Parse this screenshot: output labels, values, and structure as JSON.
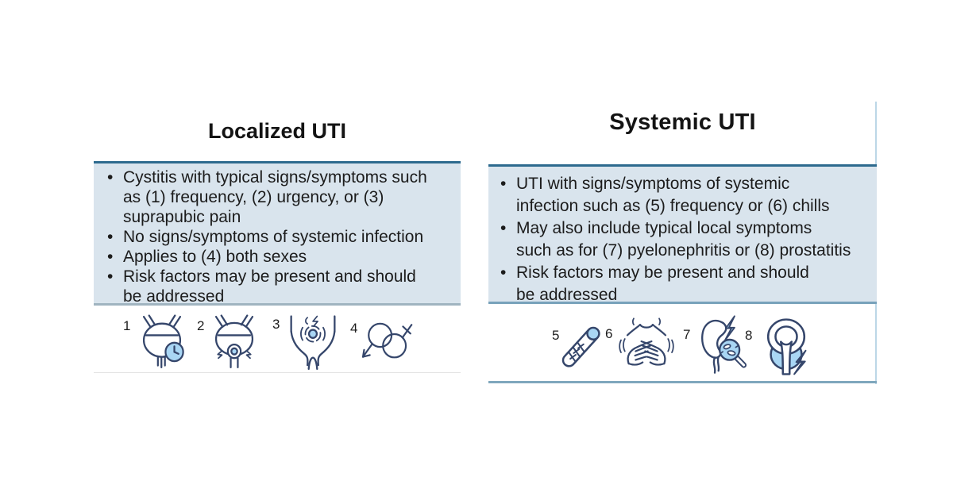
{
  "panels": [
    {
      "title": "Localized UTI",
      "bullets": [
        {
          "lines": [
            "Cystitis with typical signs/symptoms such",
            "as (1) frequency, (2) urgency, or (3)",
            "suprapubic pain"
          ]
        },
        {
          "lines": [
            "No signs/symptoms of systemic infection"
          ]
        },
        {
          "lines": [
            "Applies to (4) both sexes"
          ]
        },
        {
          "lines": [
            "Risk factors may be present and should",
            "be addressed"
          ]
        }
      ],
      "icons": [
        {
          "label": "1",
          "name": "bladder-clock-frequency-icon"
        },
        {
          "label": "2",
          "name": "bladder-urgency-icon"
        },
        {
          "label": "3",
          "name": "suprapubic-pain-icon"
        },
        {
          "label": "4",
          "name": "male-female-symbols-icon"
        }
      ]
    },
    {
      "title": "Systemic UTI",
      "bullets": [
        {
          "lines": [
            "UTI with signs/symptoms of systemic",
            "infection such as (5) frequency or (6) chills"
          ]
        },
        {
          "lines": [
            "May also include typical local symptoms",
            "such as for (7) pyelonephritis or (8) prostatitis"
          ]
        },
        {
          "lines": [
            "Risk factors may be present and should",
            "be addressed"
          ]
        }
      ],
      "icons": [
        {
          "label": "5",
          "name": "thermometer-fever-icon"
        },
        {
          "label": "6",
          "name": "chills-shivering-hands-icon"
        },
        {
          "label": "7",
          "name": "kidney-magnifier-pyelonephritis-icon"
        },
        {
          "label": "8",
          "name": "bladder-prostate-lightning-icon"
        }
      ]
    }
  ],
  "colors": {
    "box_fill": "#d9e4ed",
    "box_top_border": "#2d6a8e",
    "box_bottom_border_left": "#a0b4c0",
    "box_bottom_border_right": "#78a2bb",
    "under_icons_rule_left": "#e4e4e4",
    "under_icons_rule_right": "#7fa7bd",
    "right_vertical_rule": "#bcd7e7",
    "icon_line": "#35466b",
    "icon_accent": "#a9d6f4",
    "text": "#1c1c1c"
  }
}
